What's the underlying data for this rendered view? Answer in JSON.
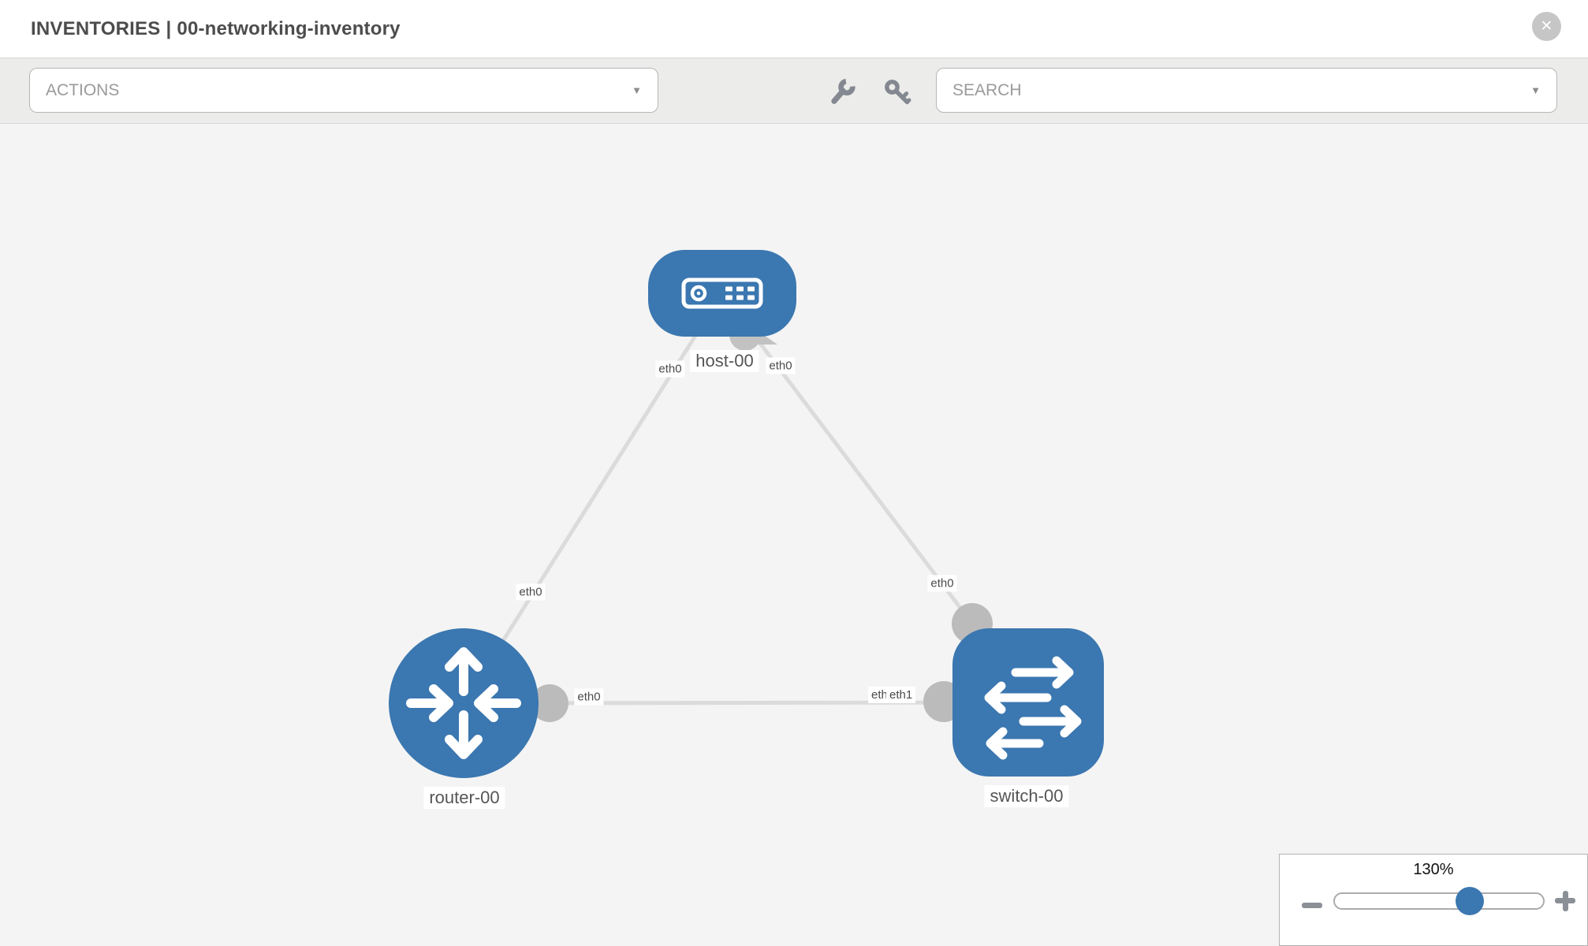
{
  "header": {
    "section": "INVENTORIES",
    "separator": "|",
    "inventory_name": "00-networking-inventory"
  },
  "toolbar": {
    "actions_label": "ACTIONS",
    "search_label": "SEARCH",
    "tool_icons": [
      "wrench-icon",
      "key-icon"
    ]
  },
  "icons": {
    "close": "✕",
    "caret": "▼",
    "minus": "−",
    "plus": "+"
  },
  "topology": {
    "nodes": [
      {
        "id": "host-00",
        "type": "host",
        "label": "host-00"
      },
      {
        "id": "router-00",
        "type": "router",
        "label": "router-00"
      },
      {
        "id": "switch-00",
        "type": "switch",
        "label": "switch-00"
      }
    ],
    "links": [
      {
        "from": "host-00",
        "to": "router-00",
        "from_interface": "eth0",
        "to_interface": "eth0"
      },
      {
        "from": "host-00",
        "to": "switch-00",
        "from_interface": "eth0",
        "to_interface": "eth0"
      },
      {
        "from": "router-00",
        "to": "switch-00",
        "from_interface": "eth0",
        "to_interface": "eth1",
        "to_interface_overlapped": "eth0"
      }
    ]
  },
  "zoom_control": {
    "level": "130%"
  },
  "colors": {
    "node_blue": "#3b77b0",
    "link_gray": "#dbdbdb",
    "interface_dot_gray": "#bbbbbb",
    "label_text": "#4a4a4a",
    "toolbar_bg": "#ececeb",
    "canvas_bg": "#f4f4f4"
  }
}
